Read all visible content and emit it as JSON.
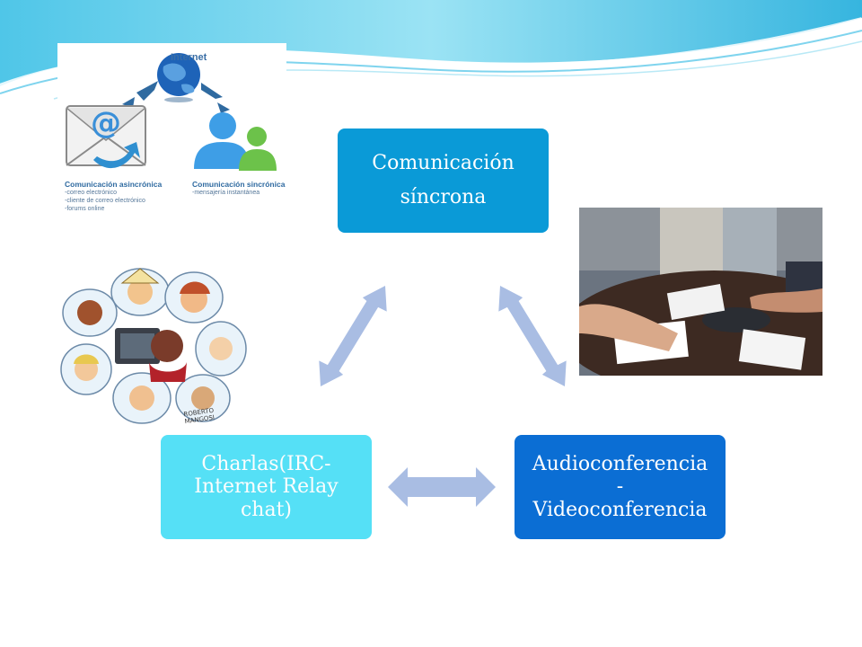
{
  "diagram": {
    "nodes": {
      "top": {
        "line1": "Comunicación",
        "line2": "síncrona"
      },
      "left": {
        "text": "Charlas(IRC-Internet Relay chat)"
      },
      "right": {
        "line1": "Audioconferencia",
        "line2": "-",
        "line3": "Videoconferencia"
      }
    }
  },
  "comm_image": {
    "internet_label": "Internet",
    "async_title": "Comunicación asincrónica",
    "async_items": [
      "-correo electrónico",
      "-cliente de correo electrónico",
      "-forums online"
    ],
    "sync_title": "Comunicación sincrónica",
    "sync_items": [
      "-mensajería instantánea"
    ]
  },
  "colors": {
    "top_box": "#0a9ad7",
    "left_box": "#55e0f6",
    "right_box": "#0b6ed4",
    "arrows": "#a9bde3"
  }
}
